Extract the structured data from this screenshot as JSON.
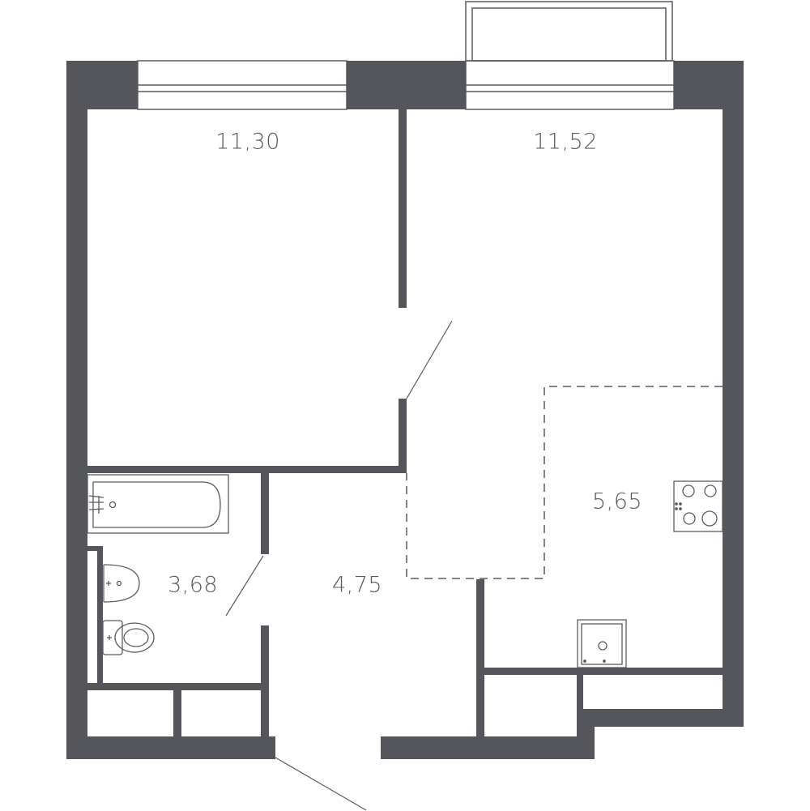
{
  "colors": {
    "wall": "#54565b",
    "line": "#5a5c62",
    "background": "#ffffff"
  },
  "rooms": [
    {
      "id": "bedroom",
      "area": "11,30"
    },
    {
      "id": "living",
      "area": "11,52"
    },
    {
      "id": "kitchen",
      "area": "5,65"
    },
    {
      "id": "bathroom",
      "area": "3,68"
    },
    {
      "id": "hallway",
      "area": "4,75"
    }
  ],
  "icons": [
    "bathtub-icon",
    "sink-icon",
    "toilet-icon",
    "stove-icon",
    "kitchen-sink-icon",
    "door-swing-icon",
    "window-icon",
    "balcony-icon"
  ]
}
